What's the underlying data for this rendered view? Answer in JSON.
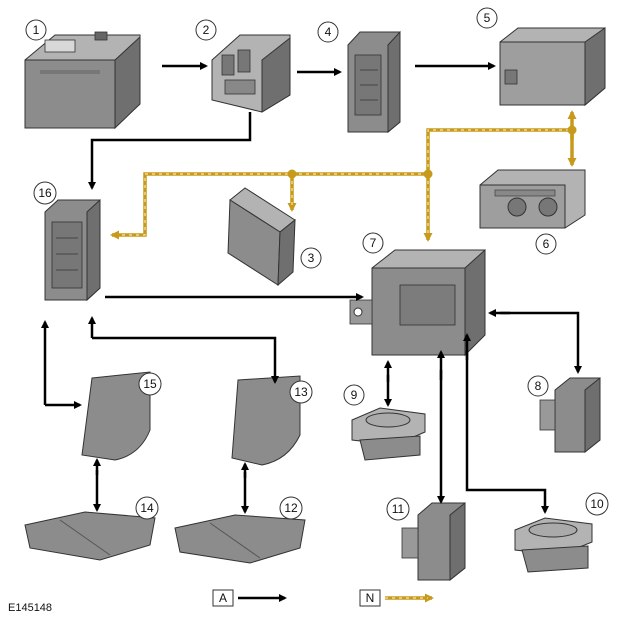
{
  "diagram": {
    "reference": "E145148",
    "legend": {
      "a_label": "A",
      "n_label": "N"
    },
    "callouts": [
      "1",
      "2",
      "3",
      "4",
      "5",
      "6",
      "7",
      "8",
      "9",
      "10",
      "11",
      "12",
      "13",
      "14",
      "15",
      "16"
    ],
    "colors": {
      "black_wire": "#000000",
      "can_bus": "#c89a1c",
      "component_gray": "#8c8c8c"
    }
  }
}
